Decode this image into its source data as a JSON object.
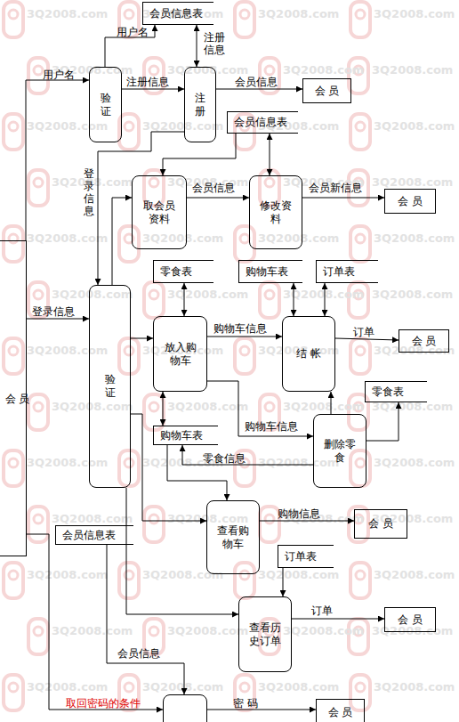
{
  "diagram": {
    "nodes": [
      {
        "text": [
          "会员信息表"
        ]
      },
      {
        "text": [
          "验证"
        ]
      },
      {
        "text": [
          "注册"
        ]
      },
      {
        "text": [
          "会 员"
        ]
      },
      {
        "text": [
          "会员信息表"
        ]
      },
      {
        "text": [
          "取会员资料"
        ]
      },
      {
        "text": [
          "修改资料"
        ]
      },
      {
        "text": [
          "会 员"
        ]
      },
      {
        "text": [
          "会 员"
        ]
      },
      {
        "text": [
          "零食表"
        ]
      },
      {
        "text": [
          "购物车表"
        ]
      },
      {
        "text": [
          "订单表"
        ]
      },
      {
        "text": [
          "验证"
        ]
      },
      {
        "text": [
          "放入购物车"
        ]
      },
      {
        "text": [
          "结 帐"
        ]
      },
      {
        "text": [
          "会 员"
        ]
      },
      {
        "text": [
          "零食表"
        ]
      },
      {
        "text": [
          "删除零食"
        ]
      },
      {
        "text": [
          "购物车表"
        ]
      },
      {
        "text": [
          "查看购物车"
        ]
      },
      {
        "text": [
          "会 员"
        ]
      },
      {
        "text": [
          "会员信息表"
        ]
      },
      {
        "text": [
          "订单表"
        ]
      },
      {
        "text": [
          "查看历史订单"
        ]
      },
      {
        "text": [
          "会 员"
        ]
      },
      {
        "text": []
      },
      {
        "text": [
          "会 员"
        ]
      }
    ],
    "edges": [
      {
        "from": 8,
        "to": 1,
        "arrow": "to",
        "label": "用户名"
      },
      {
        "from": 1,
        "to": 0,
        "arrow": "to",
        "label": "用户名"
      },
      {
        "from": 1,
        "to": 2,
        "arrow": "to",
        "label": "注册信息"
      },
      {
        "from": 0,
        "to": 2,
        "arrow": "both",
        "label": "注册信息"
      },
      {
        "from": 2,
        "to": 3,
        "arrow": "to",
        "label": "会员信息"
      },
      {
        "from": 4,
        "to": 5,
        "arrow": "to"
      },
      {
        "from": 4,
        "to": 6,
        "arrow": "both"
      },
      {
        "from": 2,
        "to": 12,
        "arrow": "to",
        "label": "登录信息"
      },
      {
        "from": 12,
        "to": 5,
        "arrow": "to"
      },
      {
        "from": 5,
        "to": 6,
        "arrow": "to",
        "label": "会员信息"
      },
      {
        "from": 6,
        "to": 7,
        "arrow": "to",
        "label": "会员新信息"
      },
      {
        "from": 8,
        "to": 12,
        "arrow": "to",
        "label": "登录信息"
      },
      {
        "from": 9,
        "to": 13,
        "arrow": "both"
      },
      {
        "from": 10,
        "to": 14,
        "arrow": "both"
      },
      {
        "from": 11,
        "to": 14,
        "arrow": "both"
      },
      {
        "from": 12,
        "to": 13,
        "arrow": "to"
      },
      {
        "from": 13,
        "to": 14,
        "arrow": "to",
        "label": "购物车信息"
      },
      {
        "from": 14,
        "to": 15,
        "arrow": "to",
        "label": "订单"
      },
      {
        "from": 13,
        "to": 18,
        "arrow": "both"
      },
      {
        "from": 13,
        "to": 17,
        "arrow": "to",
        "label": "购物车信息"
      },
      {
        "from": 17,
        "to": 16,
        "arrow": "to"
      },
      {
        "from": 17,
        "to": 14,
        "arrow": "to"
      },
      {
        "from": 17,
        "to": 18,
        "arrow": "to",
        "label": "零食信息"
      },
      {
        "from": 12,
        "to": 19,
        "arrow": "to"
      },
      {
        "from": 18,
        "to": 19,
        "arrow": "to"
      },
      {
        "from": 19,
        "to": 20,
        "arrow": "to",
        "label": "购物信息"
      },
      {
        "from": 22,
        "to": 23,
        "arrow": "to"
      },
      {
        "from": 12,
        "to": 23,
        "arrow": "to"
      },
      {
        "from": 23,
        "to": 24,
        "arrow": "to",
        "label": "订单"
      },
      {
        "from": 21,
        "to": 25,
        "arrow": "to",
        "label": "会员信息"
      },
      {
        "from": 8,
        "to": 25,
        "arrow": "to",
        "label": "取回密码的条件"
      },
      {
        "from": 25,
        "to": 26,
        "arrow": "to",
        "label": "密 码"
      }
    ],
    "labels": [
      "3Q2008.com",
      "3Q2008.com",
      "3Q2008.com",
      "3Q2008.com",
      "3Q2008.com",
      "3Q2008.com",
      "3Q2008.com",
      "3Q2008.com",
      "3Q2008.com",
      "3Q2008.com",
      "3Q2008.com",
      "3Q2008.com",
      "3Q2008.com",
      "3Q2008.com",
      "3Q2008.com",
      "3Q2008.com",
      "3Q2008.com",
      "3Q2008.com",
      "3Q2008.com",
      "3Q2008.com",
      "3Q2008.com",
      "3Q2008.com",
      "3Q2008.com",
      "3Q2008.com",
      "3Q2008.com",
      "3Q2008.com",
      "3Q2008.com",
      "3Q2008.com",
      "3Q2008.com",
      "3Q2008.com",
      "3Q2008.com",
      "3Q2008.com",
      "3Q2008.com",
      "3Q2008.com",
      "3Q2008.com",
      "3Q2008.com",
      "3Q2008.com",
      "3Q2008.com",
      "3Q2008.com",
      "3Q2008.com",
      "3Q2008.com",
      "3Q2008.com",
      "3Q2008.com",
      "3Q2008.com",
      "3Q2008.com",
      "3Q2008.com",
      "3Q2008.com",
      "3Q2008.com",
      "3Q2008.com",
      "3Q2008.com",
      "3Q2008.com",
      "3Q2008.com"
    ]
  }
}
